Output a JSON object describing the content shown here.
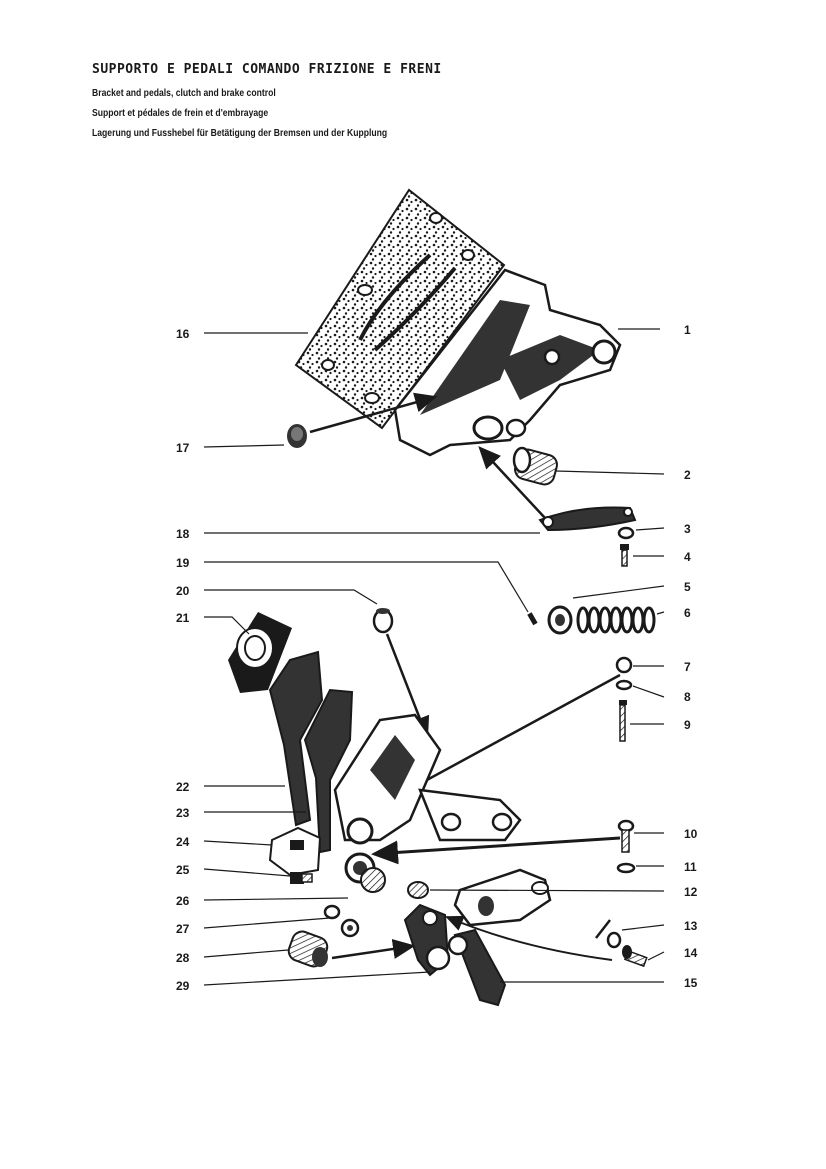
{
  "header": {
    "title_it": "SUPPORTO E PEDALI COMANDO FRIZIONE E FRENI",
    "title_en": "Bracket and pedals, clutch and brake control",
    "title_fr": "Support et pédales de frein et d'embrayage",
    "title_de": "Lagerung und Fusshebel für Betätigung der Bremsen und der Kupplung"
  },
  "callouts": {
    "c1": "1",
    "c2": "2",
    "c3": "3",
    "c4": "4",
    "c5": "5",
    "c6": "6",
    "c7": "7",
    "c8": "8",
    "c9": "9",
    "c10": "10",
    "c11": "11",
    "c12": "12",
    "c13": "13",
    "c14": "14",
    "c15": "15",
    "c16": "16",
    "c17": "17",
    "c18": "18",
    "c19": "19",
    "c20": "20",
    "c21": "21",
    "c22": "22",
    "c23": "23",
    "c24": "24",
    "c25": "25",
    "c26": "26",
    "c27": "27",
    "c28": "28",
    "c29": "29"
  },
  "colors": {
    "ink": "#1a1a1a",
    "paper": "#ffffff",
    "shade": "#555555"
  }
}
